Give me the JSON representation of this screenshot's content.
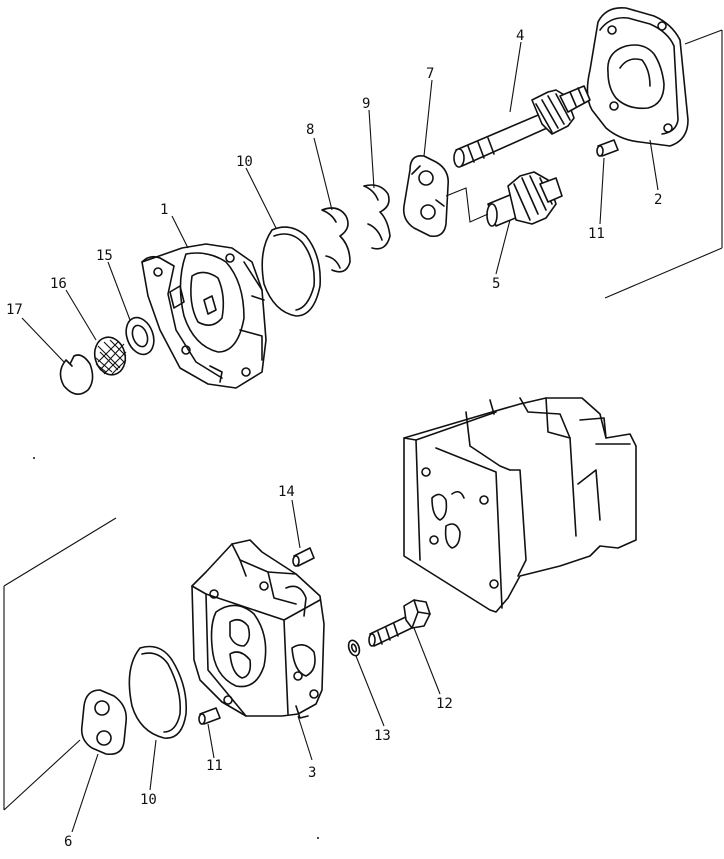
{
  "diagram": {
    "callouts": [
      {
        "id": "c1",
        "label": "1"
      },
      {
        "id": "c2",
        "label": "2"
      },
      {
        "id": "c3",
        "label": "3"
      },
      {
        "id": "c4",
        "label": "4"
      },
      {
        "id": "c5",
        "label": "5"
      },
      {
        "id": "c6",
        "label": "6"
      },
      {
        "id": "c7",
        "label": "7"
      },
      {
        "id": "c8",
        "label": "8"
      },
      {
        "id": "c9",
        "label": "9"
      },
      {
        "id": "c10a",
        "label": "10"
      },
      {
        "id": "c10b",
        "label": "10"
      },
      {
        "id": "c11a",
        "label": "11"
      },
      {
        "id": "c11b",
        "label": "11"
      },
      {
        "id": "c12",
        "label": "12"
      },
      {
        "id": "c13",
        "label": "13"
      },
      {
        "id": "c14",
        "label": "14"
      },
      {
        "id": "c15",
        "label": "15"
      },
      {
        "id": "c16",
        "label": "16"
      },
      {
        "id": "c17",
        "label": "17"
      }
    ]
  }
}
